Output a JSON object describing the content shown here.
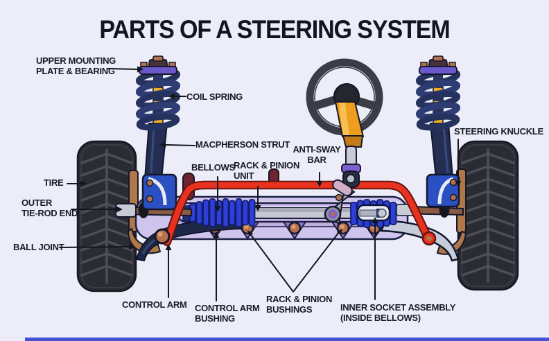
{
  "title": "PARTS OF A STEERING SYSTEM",
  "labels": [
    {
      "id": "upper-mounting-plate-bearing",
      "text": "UPPER MOUNTING\nPLATE & BEARING"
    },
    {
      "id": "coil-spring",
      "text": "COIL SPRING"
    },
    {
      "id": "macpherson-strut",
      "text": "MACPHERSON STRUT"
    },
    {
      "id": "bellows",
      "text": "BELLOWS"
    },
    {
      "id": "rack-pinion-unit",
      "text": "RACK & PINION\nUNIT"
    },
    {
      "id": "anti-sway-bar",
      "text": "ANTI-SWAY\nBAR"
    },
    {
      "id": "steering-knuckle",
      "text": "STEERING KNUCKLE"
    },
    {
      "id": "tire",
      "text": "TIRE"
    },
    {
      "id": "outer-tie-rod-end",
      "text": "OUTER\nTIE-ROD END"
    },
    {
      "id": "ball-joint",
      "text": "BALL JOINT"
    },
    {
      "id": "control-arm",
      "text": "CONTROL ARM"
    },
    {
      "id": "control-arm-bushing",
      "text": "CONTROL ARM\nBUSHING"
    },
    {
      "id": "rack-pinion-bushings",
      "text": "RACK & PINION\nBUSHINGS"
    },
    {
      "id": "inner-socket-assembly",
      "text": "INNER SOCKET ASSEMBLY\n(INSIDE BELLOWS)"
    }
  ],
  "colors": {
    "background": "#ecedf8",
    "title_text": "#14141e",
    "label_text": "#1b1b26",
    "anti_sway_bar_red": "#e8311e",
    "bellows_blue": "#2e3ed8",
    "strut_spring_navy": "#26325e",
    "rack_housing_purple": "#c9b6ea",
    "mount_purple": "#8a76d6",
    "steering_column_orange": "#ef9d1d",
    "bushing_copper": "#b5714e",
    "knuckle_bracket_blue": "#2b50c4",
    "tire_black": "#2b2b33",
    "bottom_bar_blue": "#4553d4"
  }
}
